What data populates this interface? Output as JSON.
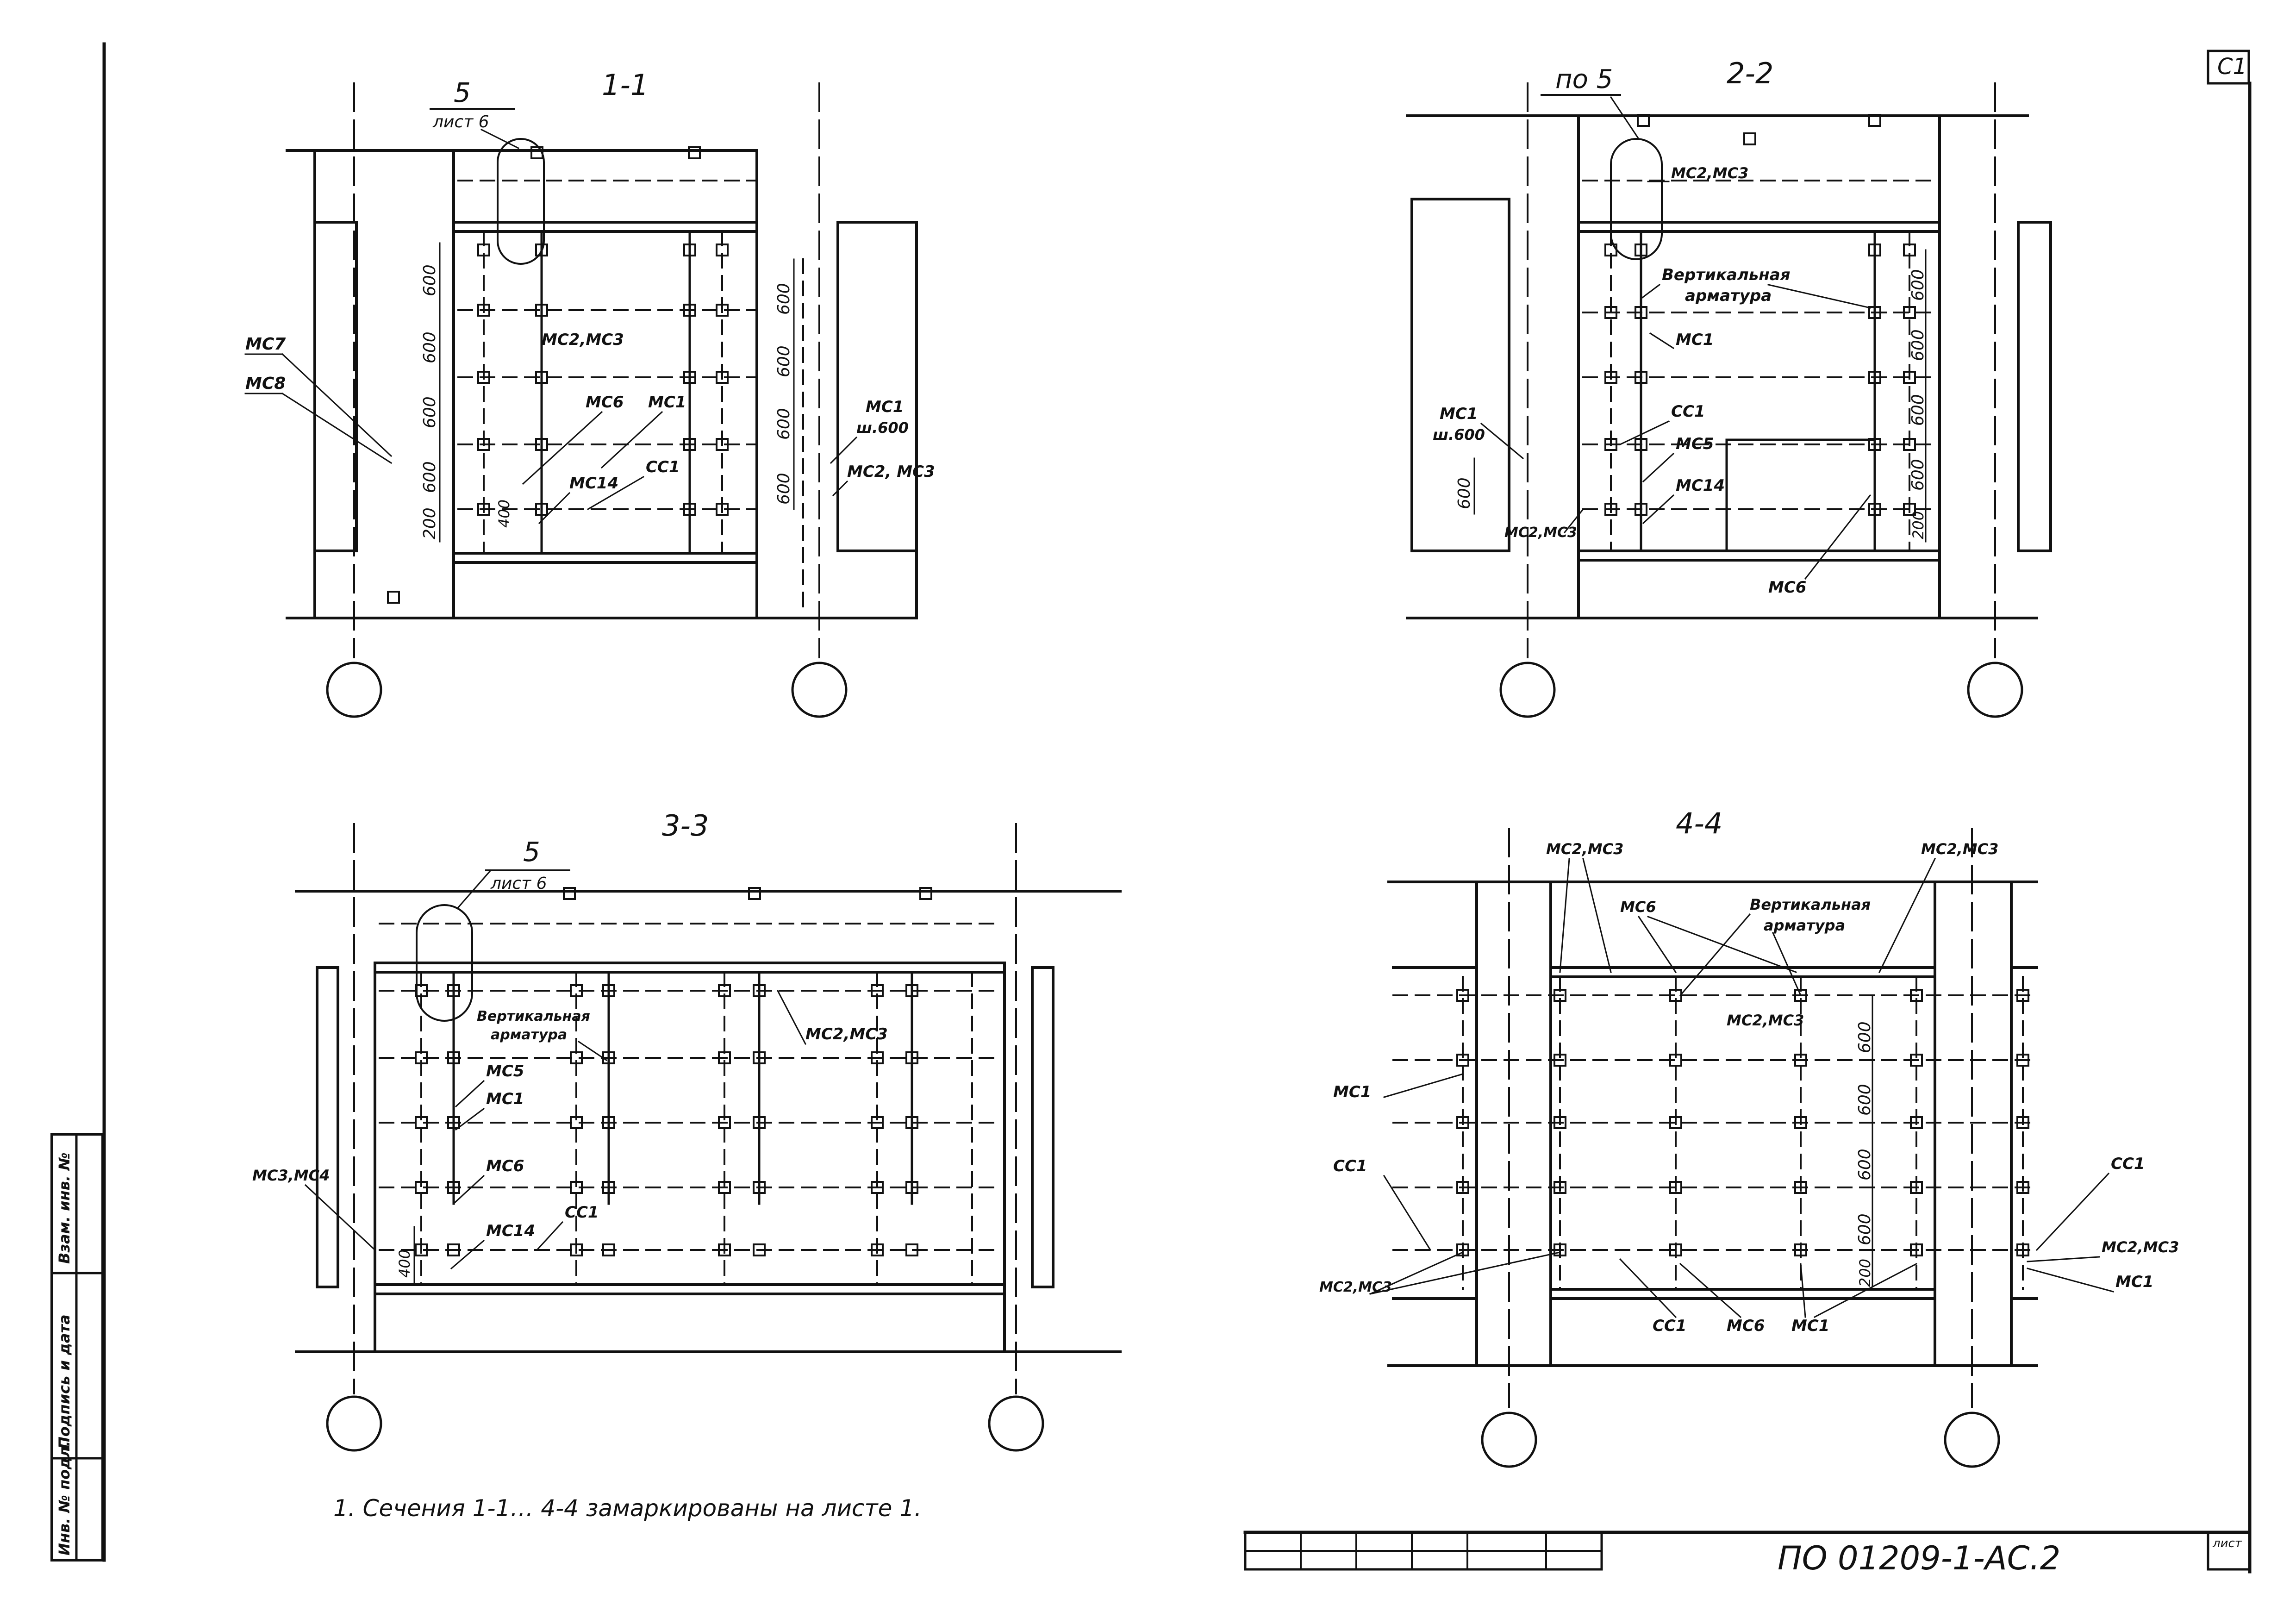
{
  "sheet_code": "C1",
  "document_code": "ПО 01209-1-АС.2",
  "sheet_label": "лист",
  "note": "1. Сечения 1-1… 4-4 замаркированы на листе 1.",
  "side_stamp": [
    "Инв. № подл.",
    "Подпись и дата",
    "Взам. инв. №"
  ],
  "sections": {
    "s1": {
      "title": "1-1",
      "callout_number": "5",
      "callout_sheet": "лист 6",
      "labels": [
        "МС7",
        "МС8",
        "МС2,МС3",
        "МС6",
        "МС1",
        "МС14",
        "СС1",
        "МС1",
        "ш.600",
        "МС2, МС3"
      ],
      "dims_left": [
        "600",
        "600",
        "600",
        "600",
        "200"
      ],
      "dim_400": "400",
      "dims_right": [
        "600",
        "600",
        "600",
        "600"
      ]
    },
    "s2": {
      "title": "2-2",
      "callout_text": "по 5",
      "labels": [
        "МС2,МС3",
        "Вертикальная",
        "арматура",
        "МС1",
        "СС1",
        "МС5",
        "МС14",
        "МС1",
        "ш.600",
        "МС2,МС3",
        "МС6"
      ],
      "dims_left": [
        "600"
      ],
      "dims_right": [
        "600",
        "600",
        "600",
        "600",
        "200"
      ]
    },
    "s3": {
      "title": "3-3",
      "callout_number": "5",
      "callout_sheet": "лист 6",
      "labels": [
        "Вертикальная",
        "арматура",
        "МС5",
        "МС1",
        "МС6",
        "МС14",
        "СС1",
        "МС3,МС4",
        "МС2,МС3"
      ],
      "dim_400": "400"
    },
    "s4": {
      "title": "4-4",
      "labels": [
        "МС2,МС3",
        "МС6",
        "Вертикальная",
        "арматура",
        "МС2,МС3",
        "МС2,МС3",
        "МС1",
        "СС1",
        "СС1",
        "МС2,МС3",
        "МС1",
        "МС2,МС3",
        "СС1",
        "МС6",
        "МС1"
      ],
      "dims_right": [
        "600",
        "600",
        "600",
        "600",
        "200"
      ]
    }
  }
}
